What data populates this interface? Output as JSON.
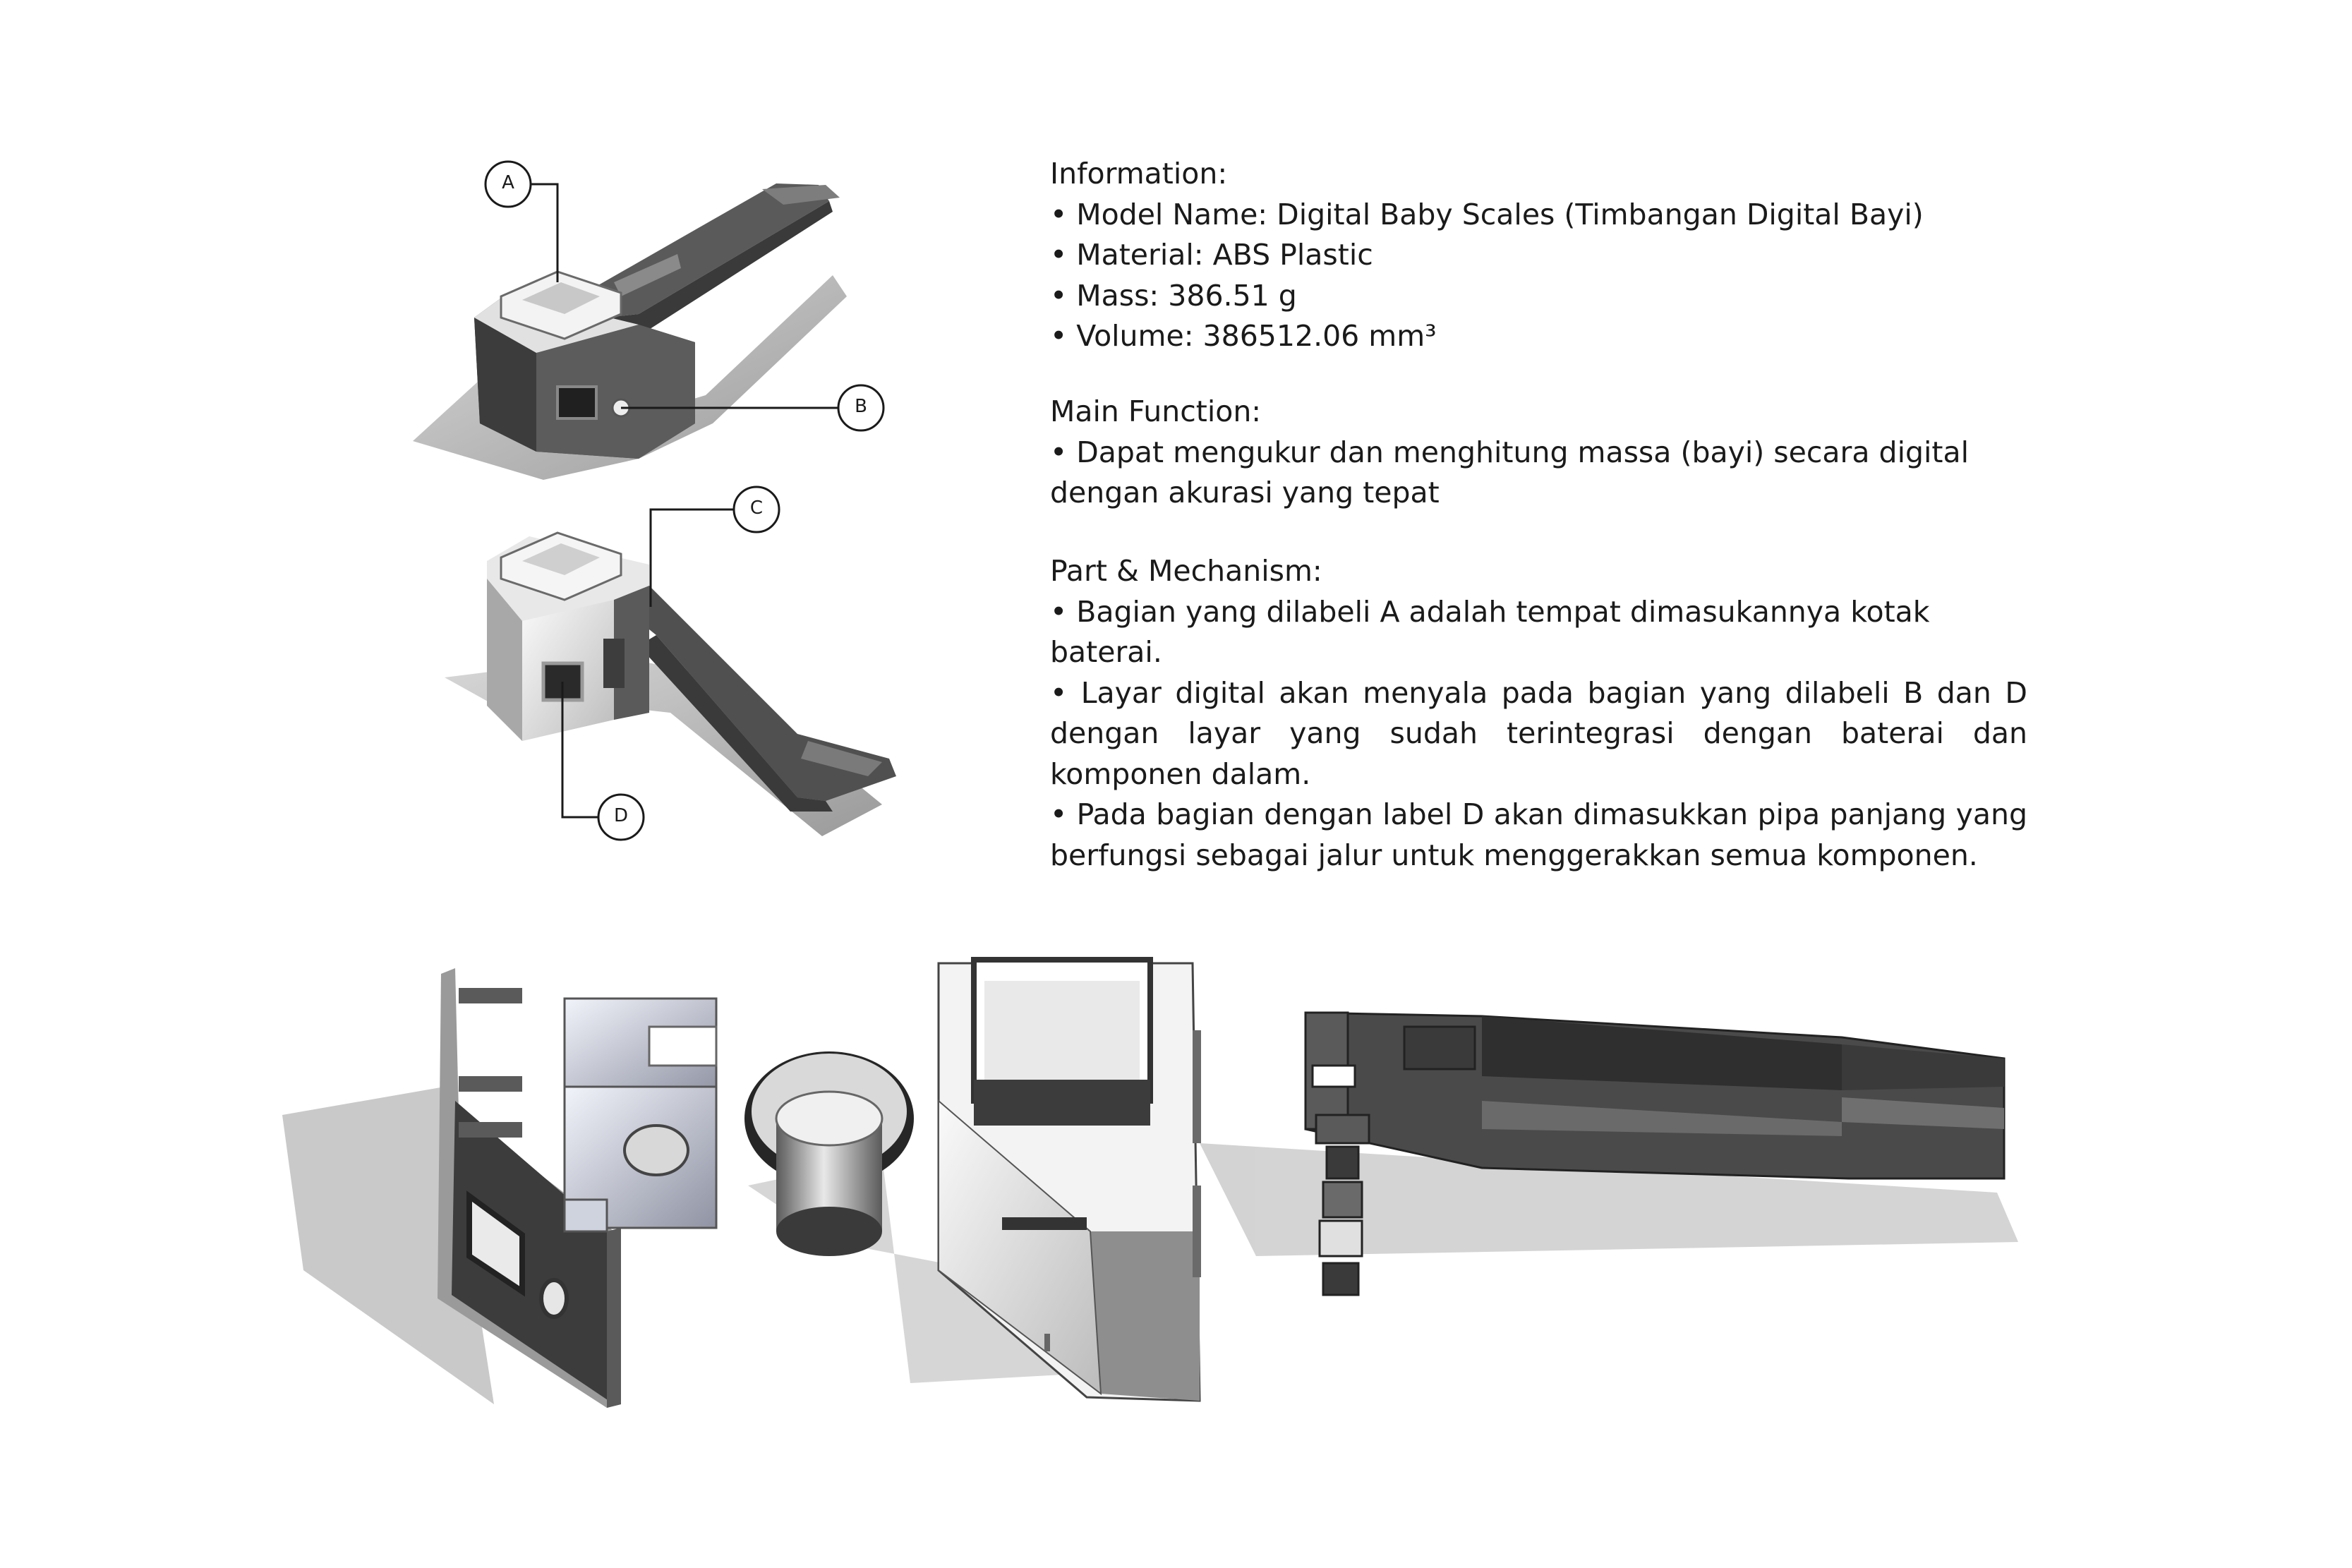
{
  "information": {
    "heading": "Information:",
    "items": [
      "• Model Name: Digital Baby Scales (Timbangan Digital Bayi)",
      "• Material: ABS Plastic",
      "• Mass: 386.51 g",
      "• Volume: 386512.06 mm³"
    ]
  },
  "main_function": {
    "heading": "Main Function:",
    "text": "•  Dapat mengukur dan menghitung massa (bayi) secara digital dengan akurasi yang tepat"
  },
  "part_mechanism": {
    "heading": "Part & Mechanism:",
    "items": [
      "• Bagian yang dilabeli A adalah tempat dimasukannya kotak baterai.",
      "• Layar digital akan menyala pada bagian yang dilabeli B dan D dengan layar yang sudah terintegrasi dengan baterai dan komponen dalam.",
      "• Pada bagian dengan label D akan dimasukkan pipa panjang yang berfungsi sebagai jalur untuk menggerakkan semua komponen."
    ]
  },
  "callouts": {
    "a": "A",
    "b": "B",
    "c": "C",
    "d": "D"
  },
  "colors": {
    "body_dark": "#4a4a4a",
    "body_mid": "#7a7a7a",
    "body_light": "#e6e6e6",
    "shadow": "#bdbdbd",
    "text": "#1a1a1a"
  }
}
